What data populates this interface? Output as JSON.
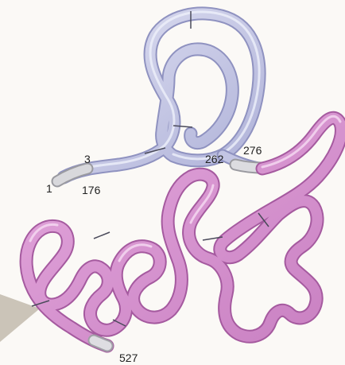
{
  "colors": {
    "background": "#fbf9f6",
    "lavender_body": "#b9bcdf",
    "lavender_edge": "#8f92c0",
    "lavender_highlight": "#e2e3f3",
    "pink_body": "#d08bc9",
    "pink_edge": "#a55a9f",
    "pink_highlight": "#f0cbec",
    "grey_segment": "#cfcfd2",
    "arrow": "#cbc4b8",
    "bond": "#4a4a5a"
  },
  "residue_labels": {
    "r1": "1",
    "r3": "3",
    "r176": "176",
    "r262": "262",
    "r276": "276",
    "r527": "527"
  },
  "icons": {
    "pointer": "triangle-arrow-icon"
  }
}
